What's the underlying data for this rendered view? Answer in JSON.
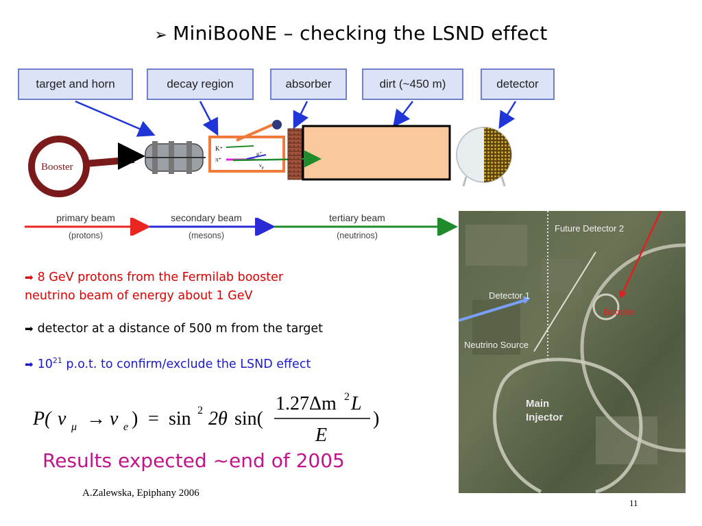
{
  "slide": {
    "title": "MiniBooNE – checking the LSND effect",
    "title_bullet": "➢",
    "footer": "A.Zalewska, Epiphany 2006",
    "page_number": "11"
  },
  "diagram": {
    "labels": [
      "target and horn",
      "decay region",
      "absorber",
      "dirt (~450 m)",
      "detector"
    ],
    "booster_label": "Booster",
    "particles": {
      "kaon": "K⁺",
      "pion": "π⁺",
      "muon": "μ⁺",
      "neutrino": "ν",
      "neutrino_sub": "μ"
    },
    "beams": [
      {
        "name": "primary beam",
        "sub": "(protons)",
        "color": "#e8261f"
      },
      {
        "name": "secondary beam",
        "sub": "(mesons)",
        "color": "#2a2ad6"
      },
      {
        "name": "tertiary beam",
        "sub": "(neutrinos)",
        "color": "#1f8a2a"
      }
    ]
  },
  "bullets": [
    {
      "text": "8 GeV protons from the Fermilab booster neutrino beam of energy about 1 GeV",
      "line1": "8 GeV protons from the Fermilab booster",
      "line2": "neutrino beam of energy about 1 GeV",
      "color": "#dd0000"
    },
    {
      "text": "detector at a distance of 500 m from the target",
      "color": "#000000"
    },
    {
      "base": "10",
      "sup": "21",
      "rest": " p.o.t. to confirm/exclude the LSND effect",
      "color": "#1a1acc"
    }
  ],
  "formula": {
    "lhs_P": "P(",
    "nu": "ν",
    "mu_sub": "μ",
    "arrow": "→",
    "e_sub": "e",
    "close": ")",
    "equals": "=",
    "sin": "sin",
    "sq": "2",
    "two_theta": "2θ",
    "sin2": "sin(",
    "numerator": "1.27Δm",
    "num_sup": "2",
    "num_L": "L",
    "denominator": "E",
    "close2": ")"
  },
  "results": "Results expected ~end of 2005",
  "aerial_photo": {
    "labels": {
      "future_detector": "Future Detector 2",
      "detector1": "Detector 1",
      "booster": "Booster",
      "neutrino_source": "Neutrino Source",
      "main": "Main",
      "injector": "Injector"
    }
  }
}
